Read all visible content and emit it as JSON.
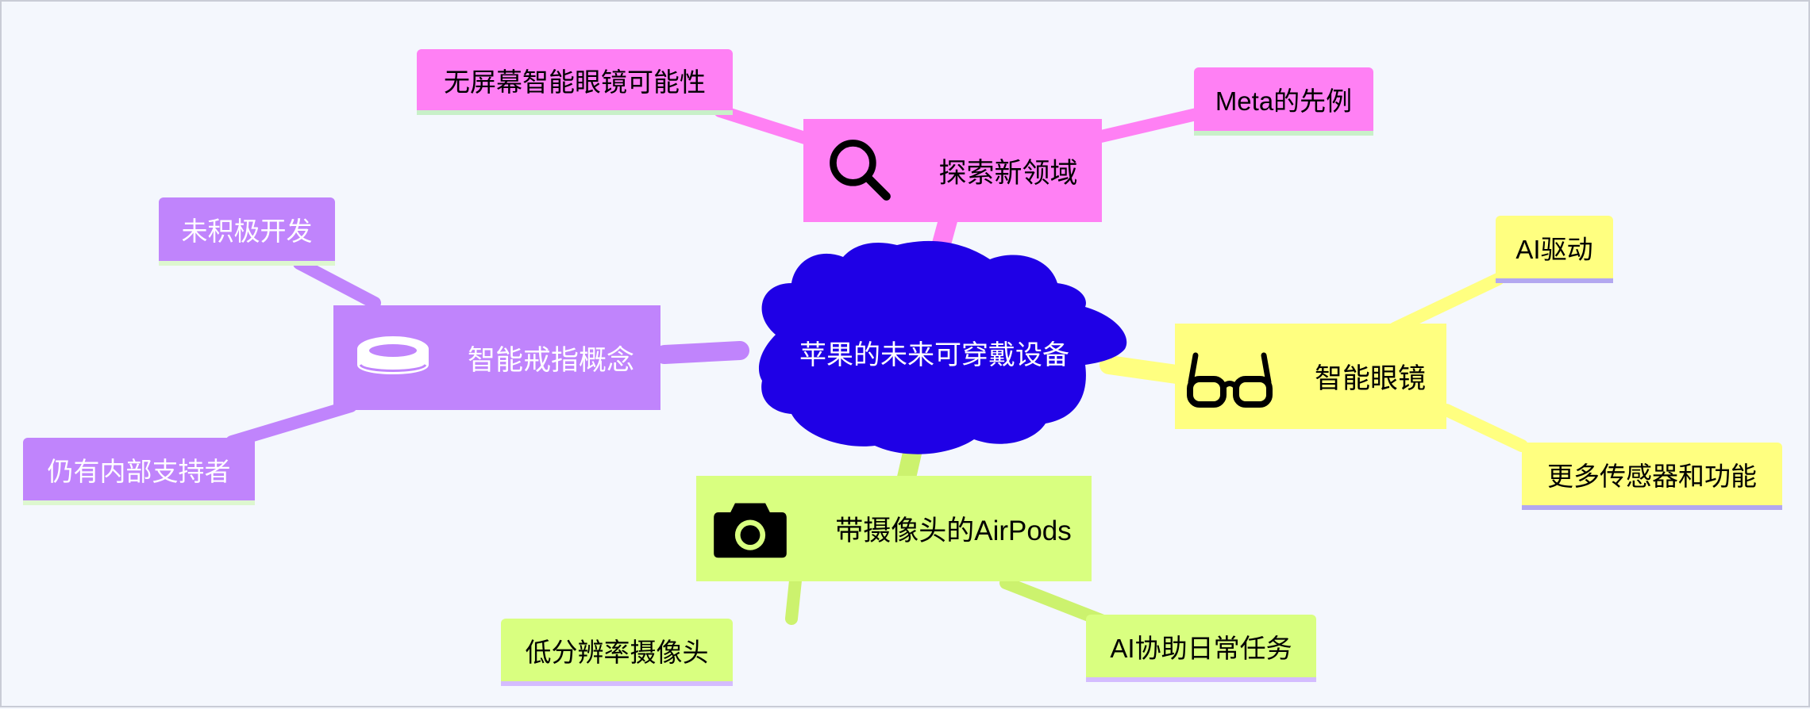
{
  "colors": {
    "background": "#f4f7fd",
    "root": "#1f00e6",
    "pink": "#ff80f4",
    "purple": "#c084fc",
    "yellow": "#ffff80",
    "lime": "#d9ff80",
    "pink_link": "#ff80f4",
    "purple_link": "#c084fc",
    "yellow_link": "#ffff80",
    "lime_link": "#ccf26e"
  },
  "root": {
    "label": "苹果的未来可穿戴设备"
  },
  "branches": [
    {
      "label": "探索新领域",
      "icon": "search-icon",
      "children": [
        {
          "label": "无屏幕智能眼镜可能性"
        },
        {
          "label": "Meta的先例"
        }
      ]
    },
    {
      "label": "智能戒指概念",
      "icon": "ring-icon",
      "children": [
        {
          "label": "未积极开发"
        },
        {
          "label": "仍有内部支持者"
        }
      ]
    },
    {
      "label": "智能眼镜",
      "icon": "glasses-icon",
      "children": [
        {
          "label": "AI驱动"
        },
        {
          "label": "更多传感器和功能"
        }
      ]
    },
    {
      "label": "带摄像头的AirPods",
      "icon": "camera-icon",
      "children": [
        {
          "label": "低分辨率摄像头"
        },
        {
          "label": "AI协助日常任务"
        }
      ]
    }
  ]
}
